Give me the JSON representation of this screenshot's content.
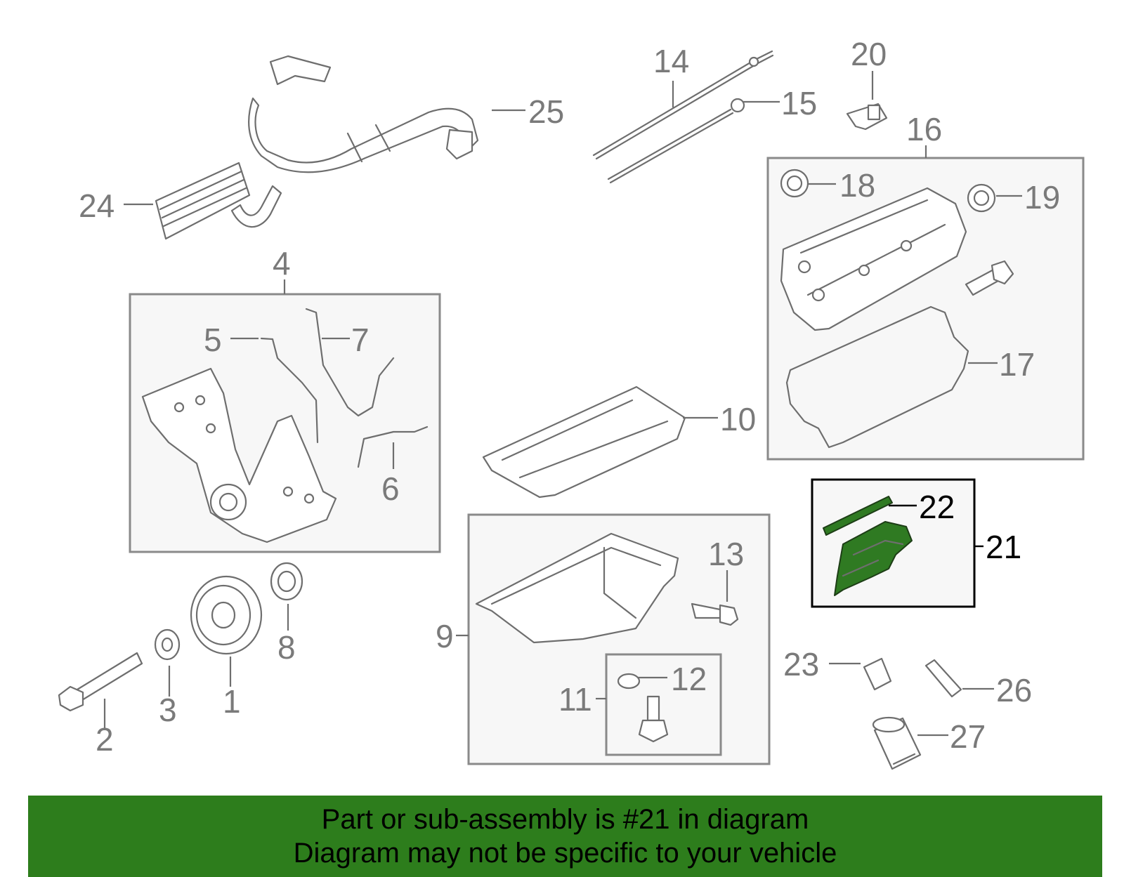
{
  "callouts": {
    "c1": "1",
    "c2": "2",
    "c3": "3",
    "c4": "4",
    "c5": "5",
    "c6": "6",
    "c7": "7",
    "c8": "8",
    "c9": "9",
    "c10": "10",
    "c11": "11",
    "c12": "12",
    "c13": "13",
    "c14": "14",
    "c15": "15",
    "c16": "16",
    "c17": "17",
    "c18": "18",
    "c19": "19",
    "c20": "20",
    "c21": "21",
    "c22": "22",
    "c23": "23",
    "c24": "24",
    "c25": "25",
    "c26": "26",
    "c27": "27"
  },
  "highlight": {
    "part": "21",
    "color": "#2d7d1c"
  },
  "banner": {
    "line1": "Part or sub-assembly is #21 in diagram",
    "line2": "Diagram may not be specific to your vehicle"
  }
}
